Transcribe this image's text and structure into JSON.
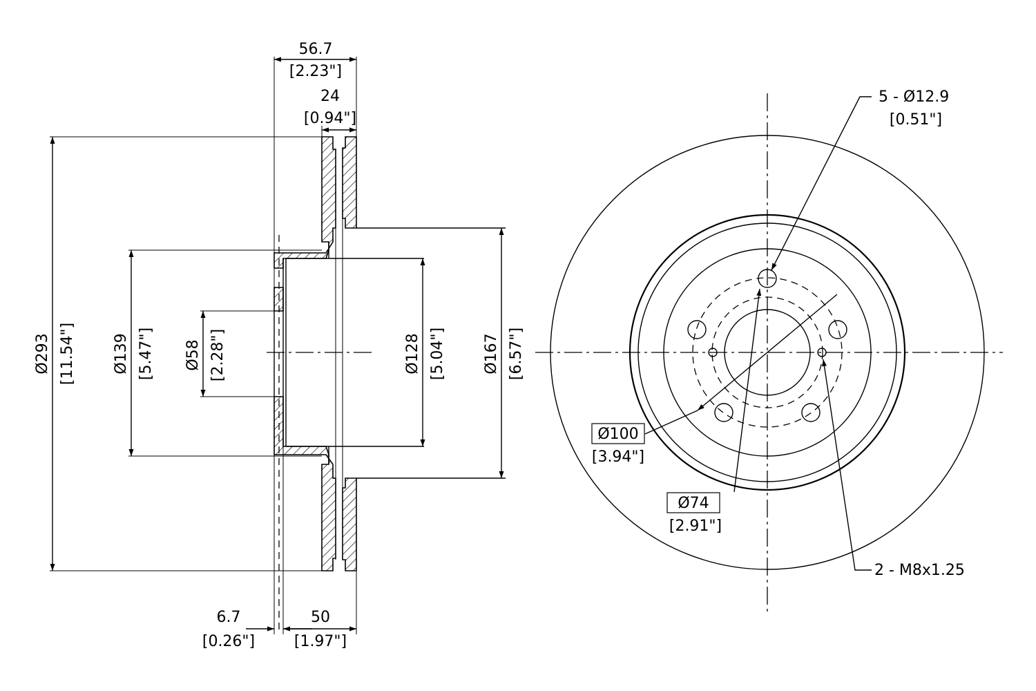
{
  "side_view": {
    "overall_width": {
      "mm": "56.7",
      "in": "[2.23\"]"
    },
    "rotor_thickness": {
      "mm": "24",
      "in": "[0.94\"]"
    },
    "outer_diameter": {
      "mm": "Ø293",
      "in": "[11.54\"]"
    },
    "hat_outer_diameter": {
      "mm": "Ø139",
      "in": "[5.47\"]"
    },
    "center_bore": {
      "mm": "Ø58",
      "in": "[2.28\"]"
    },
    "inner_hat_diameter": {
      "mm": "Ø128",
      "in": "[5.04\"]"
    },
    "friction_inner_diameter": {
      "mm": "Ø167",
      "in": "[6.57\"]"
    },
    "hat_face_thickness": {
      "mm": "6.7",
      "in": "[0.26\"]"
    },
    "hat_height": {
      "mm": "50",
      "in": "[1.97\"]"
    }
  },
  "front_view": {
    "bolt_holes": {
      "label": "5 - Ø12.9",
      "in": "[0.51\"]"
    },
    "bolt_circle": {
      "mm": "Ø100",
      "in": "[3.94\"]"
    },
    "pilot_diameter": {
      "mm": "Ø74",
      "in": "[2.91\"]"
    },
    "threaded_holes": {
      "label": "2 - M8x1.25"
    }
  }
}
